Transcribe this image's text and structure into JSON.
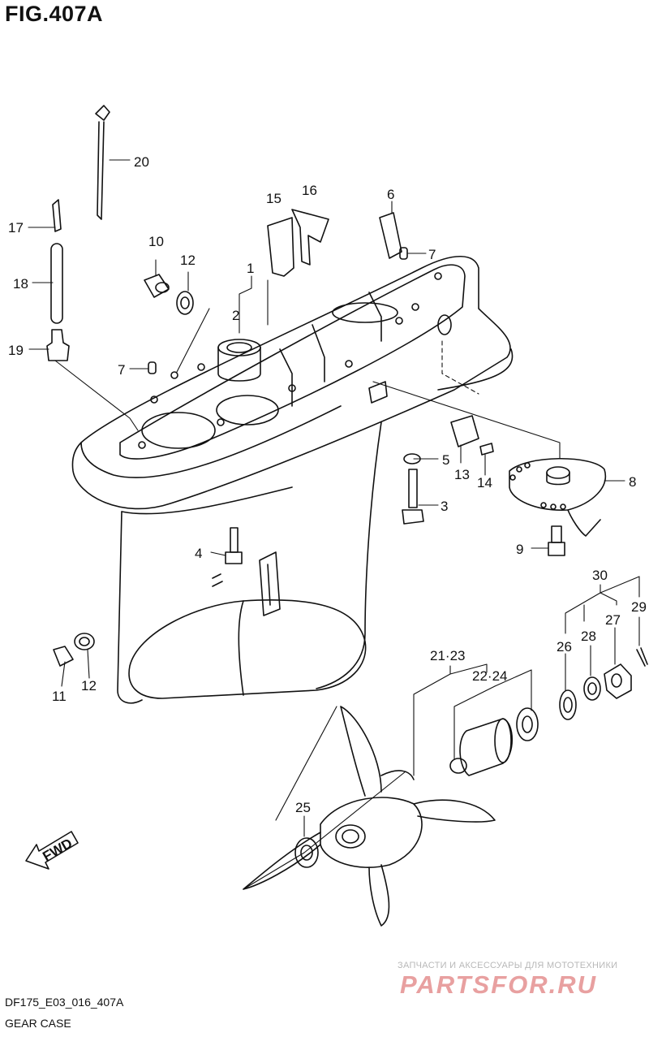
{
  "title": "FIG.407A",
  "code": "DF175_E03_016_407A",
  "caption": "GEAR CASE",
  "direction_label": "FWD",
  "watermark": {
    "tagline": "ЗАПЧАСТИ И АКСЕССУАРЫ ДЛЯ МОТОТЕХНИКИ",
    "brand": "PARTSFOR.RU"
  },
  "callouts": {
    "c1": "1",
    "c2": "2",
    "c3": "3",
    "c4": "4",
    "c5": "5",
    "c6": "6",
    "c7a": "7",
    "c7b": "7",
    "c8": "8",
    "c9": "9",
    "c10": "10",
    "c11": "11",
    "c12a": "12",
    "c12b": "12",
    "c13": "13",
    "c14": "14",
    "c15": "15",
    "c16": "16",
    "c17": "17",
    "c18": "18",
    "c19": "19",
    "c20": "20",
    "c21_23": "21·23",
    "c22_24": "22·24",
    "c25": "25",
    "c26": "26",
    "c27": "27",
    "c28": "28",
    "c29": "29",
    "c30": "30"
  },
  "colors": {
    "line": "#111111",
    "watermark": "#e8a0a0"
  }
}
